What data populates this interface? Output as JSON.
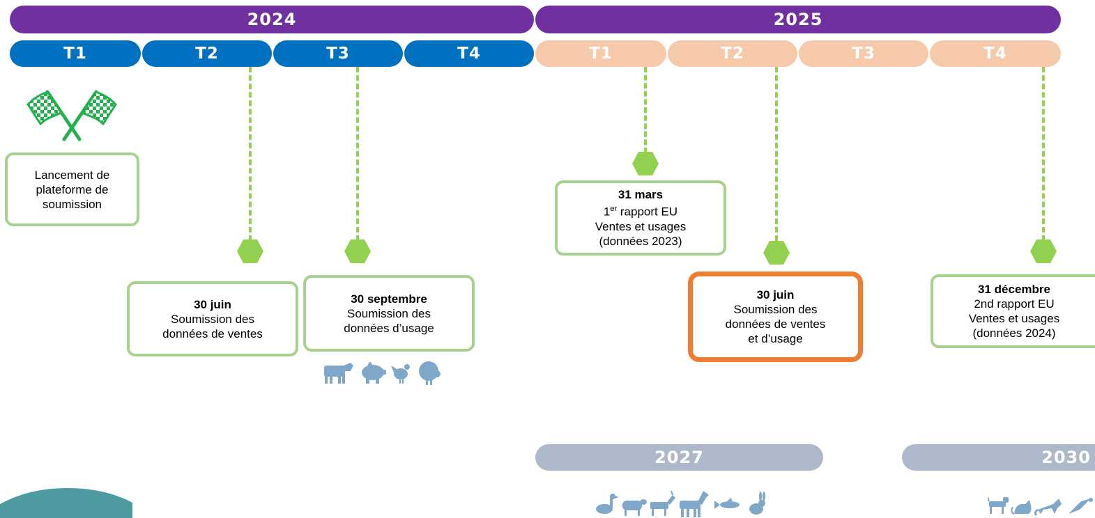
{
  "years": [
    "2024",
    "2025"
  ],
  "quarters_2024": [
    "T1",
    "T2",
    "T3",
    "T4"
  ],
  "quarters_2025": [
    "T1",
    "T2",
    "T3",
    "T4"
  ],
  "future_years": [
    "2027",
    "2030"
  ],
  "milestones": {
    "launch": {
      "lines": [
        "Lancement de",
        "plateforme de",
        "soumission"
      ]
    },
    "june_2024": {
      "date": "30 juin",
      "lines": [
        "Soumission des",
        "données de ventes"
      ]
    },
    "sept_2024": {
      "date": "30 septembre",
      "lines": [
        "Soumission des",
        "données d’usage"
      ]
    },
    "march_2025": {
      "date": "31 mars",
      "sup_num": "1",
      "sup": "er",
      "report": " rapport EU",
      "lines": [
        "Ventes et usages",
        "(données 2023)"
      ]
    },
    "june_2025": {
      "date": "30 juin",
      "lines": [
        "Soumission des",
        "données de ventes",
        "et d’usage"
      ]
    },
    "dec_2025": {
      "date": "31 décembre",
      "lines": [
        "2nd rapport EU",
        "Ventes et usages",
        "(données 2024)"
      ]
    }
  },
  "icons": {
    "launch": "checkered-flags-icon",
    "animals_2024": [
      "cow-icon",
      "pig-icon",
      "chicken-icon",
      "turkey-icon"
    ],
    "animals_2027": [
      "duck-icon",
      "sheep-icon",
      "goat-icon",
      "horse-icon",
      "fish-icon",
      "rabbit-icon"
    ],
    "animals_2030": [
      "dog-icon",
      "cat-icon",
      "fox-icon",
      "bird-icon"
    ]
  },
  "colors": {
    "year_bar": "#7030a0",
    "quarter_done": "#0070c0",
    "quarter_next": "#f7c9ab",
    "future_bar": "#adb9ca",
    "milestone_green": "#92d050",
    "box_border": "#a9d18e",
    "highlight": "#ed7d31",
    "animal_icons": "#7fa7c9"
  }
}
